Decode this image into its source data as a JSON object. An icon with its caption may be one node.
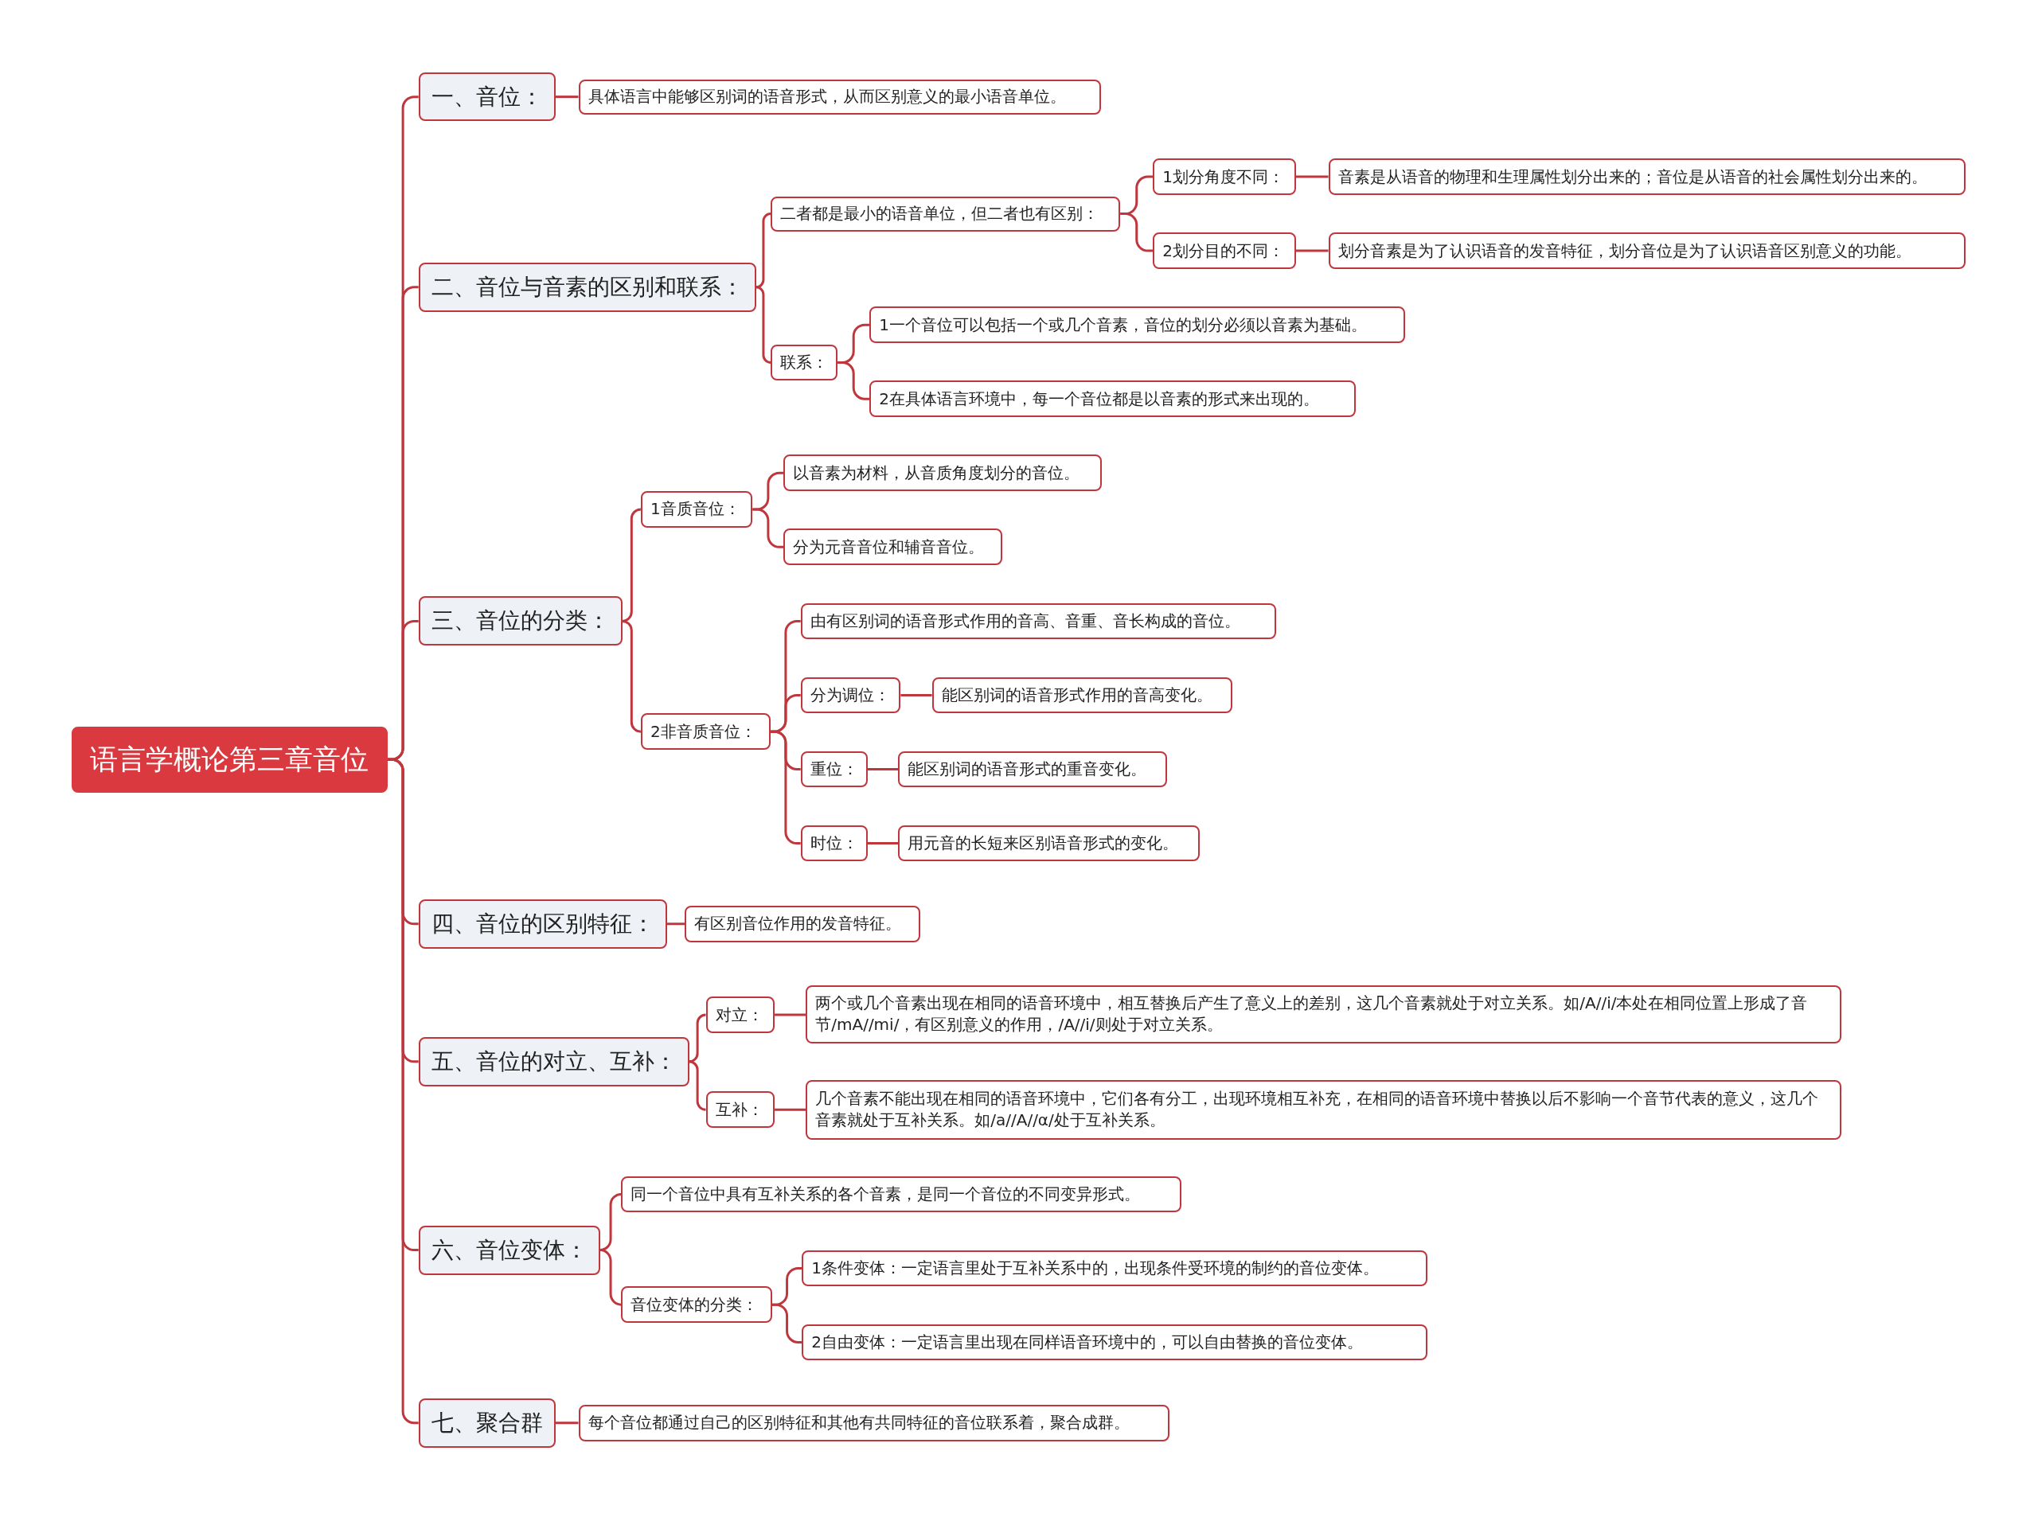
{
  "diagram": {
    "nodes": [
      {
        "text": [
          "语言学概论第三章音位"
        ]
      },
      {
        "text": [
          "一、音位："
        ]
      },
      {
        "text": [
          "具体语言中能够区别词的语音形式，从而区别意义的最小语音单位。"
        ]
      },
      {
        "text": [
          "二、音位与音素的区别和联系："
        ]
      },
      {
        "text": [
          "二者都是最小的语音单位，但二者也有区别："
        ]
      },
      {
        "text": [
          "1划分角度不同："
        ]
      },
      {
        "text": [
          "音素是从语音的物理和生理属性划分出来的；音位是从语音的社会属性划分出来的。"
        ]
      },
      {
        "text": [
          "2划分目的不同："
        ]
      },
      {
        "text": [
          "划分音素是为了认识语音的发音特征，划分音位是为了认识语音区别意义的功能。"
        ]
      },
      {
        "text": [
          "联系："
        ]
      },
      {
        "text": [
          "1一个音位可以包括一个或几个音素，音位的划分必须以音素为基础。"
        ]
      },
      {
        "text": [
          "2在具体语言环境中，每一个音位都是以音素的形式来出现的。"
        ]
      },
      {
        "text": [
          "三、音位的分类："
        ]
      },
      {
        "text": [
          "1音质音位："
        ]
      },
      {
        "text": [
          "以音素为材料，从音质角度划分的音位。"
        ]
      },
      {
        "text": [
          "分为元音音位和辅音音位。"
        ]
      },
      {
        "text": [
          "2非音质音位："
        ]
      },
      {
        "text": [
          "由有区别词的语音形式作用的音高、音重、音长构成的音位。"
        ]
      },
      {
        "text": [
          "分为调位："
        ]
      },
      {
        "text": [
          "能区别词的语音形式作用的音高变化。"
        ]
      },
      {
        "text": [
          "重位："
        ]
      },
      {
        "text": [
          "能区别词的语音形式的重音变化。"
        ]
      },
      {
        "text": [
          "时位："
        ]
      },
      {
        "text": [
          "用元音的长短来区别语音形式的变化。"
        ]
      },
      {
        "text": [
          "四、音位的区别特征："
        ]
      },
      {
        "text": [
          "有区别音位作用的发音特征。"
        ]
      },
      {
        "text": [
          "五、音位的对立、互补："
        ]
      },
      {
        "text": [
          "对立："
        ]
      },
      {
        "text": [
          "两个或几个音素出现在相同的语音环境中，相互替换后产生了意义上的差别，这几个音素就处于对立关系。如/A//i/本处在相同位置上形成了音节/mA//mi/，有区别意义的作用，/A//i/则处于对立关系。"
        ]
      },
      {
        "text": [
          "互补："
        ]
      },
      {
        "text": [
          "几个音素不能出现在相同的语音环境中，它们各有分工，出现环境相互补充，在相同的语音环境中替换以后不影响一个音节代表的意义，这几个音素就处于互补关系。如/a//A//α/处于互补关系。"
        ]
      },
      {
        "text": [
          "六、音位变体："
        ]
      },
      {
        "text": [
          "同一个音位中具有互补关系的各个音素，是同一个音位的不同变异形式。"
        ]
      },
      {
        "text": [
          "音位变体的分类："
        ]
      },
      {
        "text": [
          "1条件变体：一定语言里处于互补关系中的，出现条件受环境的制约的音位变体。"
        ]
      },
      {
        "text": [
          "2自由变体：一定语言里出现在同样语音环境中的，可以自由替换的音位变体。"
        ]
      },
      {
        "text": [
          "七、聚合群"
        ]
      },
      {
        "text": [
          "每个音位都通过自己的区别特征和其他有共同特征的音位联系着，聚合成群。"
        ]
      }
    ],
    "edges": [
      {
        "from": 0,
        "to": 1,
        "arrow": "none"
      },
      {
        "from": 1,
        "to": 2,
        "arrow": "none"
      },
      {
        "from": 0,
        "to": 3,
        "arrow": "none"
      },
      {
        "from": 3,
        "to": 4,
        "arrow": "none"
      },
      {
        "from": 4,
        "to": 5,
        "arrow": "none"
      },
      {
        "from": 5,
        "to": 6,
        "arrow": "none"
      },
      {
        "from": 4,
        "to": 7,
        "arrow": "none"
      },
      {
        "from": 7,
        "to": 8,
        "arrow": "none"
      },
      {
        "from": 3,
        "to": 9,
        "arrow": "none"
      },
      {
        "from": 9,
        "to": 10,
        "arrow": "none"
      },
      {
        "from": 9,
        "to": 11,
        "arrow": "none"
      },
      {
        "from": 0,
        "to": 12,
        "arrow": "none"
      },
      {
        "from": 12,
        "to": 13,
        "arrow": "none"
      },
      {
        "from": 13,
        "to": 14,
        "arrow": "none"
      },
      {
        "from": 13,
        "to": 15,
        "arrow": "none"
      },
      {
        "from": 12,
        "to": 16,
        "arrow": "none"
      },
      {
        "from": 16,
        "to": 17,
        "arrow": "none"
      },
      {
        "from": 16,
        "to": 18,
        "arrow": "none"
      },
      {
        "from": 18,
        "to": 19,
        "arrow": "none"
      },
      {
        "from": 16,
        "to": 20,
        "arrow": "none"
      },
      {
        "from": 20,
        "to": 21,
        "arrow": "none"
      },
      {
        "from": 16,
        "to": 22,
        "arrow": "none"
      },
      {
        "from": 22,
        "to": 23,
        "arrow": "none"
      },
      {
        "from": 0,
        "to": 24,
        "arrow": "none"
      },
      {
        "from": 24,
        "to": 25,
        "arrow": "none"
      },
      {
        "from": 0,
        "to": 26,
        "arrow": "none"
      },
      {
        "from": 26,
        "to": 27,
        "arrow": "none"
      },
      {
        "from": 27,
        "to": 28,
        "arrow": "none"
      },
      {
        "from": 26,
        "to": 29,
        "arrow": "none"
      },
      {
        "from": 29,
        "to": 30,
        "arrow": "none"
      },
      {
        "from": 0,
        "to": 31,
        "arrow": "none"
      },
      {
        "from": 31,
        "to": 32,
        "arrow": "none"
      },
      {
        "from": 31,
        "to": 33,
        "arrow": "none"
      },
      {
        "from": 33,
        "to": 34,
        "arrow": "none"
      },
      {
        "from": 33,
        "to": 35,
        "arrow": "none"
      },
      {
        "from": 0,
        "to": 36,
        "arrow": "none"
      },
      {
        "from": 36,
        "to": 37,
        "arrow": "none"
      }
    ]
  }
}
